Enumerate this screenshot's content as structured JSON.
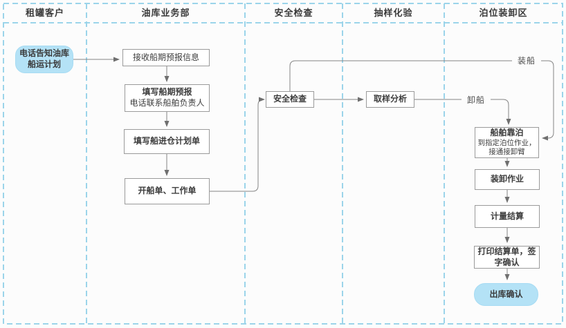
{
  "colors": {
    "lane_border": "#9bd4ea",
    "node_border": "#9a9a9a",
    "node_fill": "#ffffff",
    "terminal_fill": "#b4e2f6",
    "arrow": "#7d7d7d",
    "text": "#3d3d3d",
    "background": "#fcfcfc"
  },
  "lanes": [
    {
      "title": "租罐客户"
    },
    {
      "title": "油库业务部"
    },
    {
      "title": "安全检查"
    },
    {
      "title": "抽样化验"
    },
    {
      "title": "泊位装卸区"
    }
  ],
  "nodes": {
    "start": {
      "label": "电话告知油库\n船运计划"
    },
    "receive_forecast": {
      "label": "接收船期预报信息"
    },
    "fill_forecast": {
      "title": "填写船期预报",
      "subtitle": "电话联系船舶负责人"
    },
    "fill_plan": {
      "label": "填写船进仓计划单"
    },
    "issue_orders": {
      "label": "开船单、工作单"
    },
    "safety_check": {
      "label": "安全检查"
    },
    "sampling": {
      "label": "取样分析"
    },
    "berthing": {
      "title": "船舶靠泊",
      "subtitle": "到指定泊位作业，\n接通接卸臂"
    },
    "loading_ops": {
      "label": "装卸作业"
    },
    "measurement": {
      "label": "计量结算"
    },
    "print_settlement": {
      "label": "打印结算单，签\n字确认"
    },
    "outbound_confirm": {
      "label": "出库确认"
    }
  },
  "edge_labels": {
    "loading": "装船",
    "unloading": "卸船"
  }
}
